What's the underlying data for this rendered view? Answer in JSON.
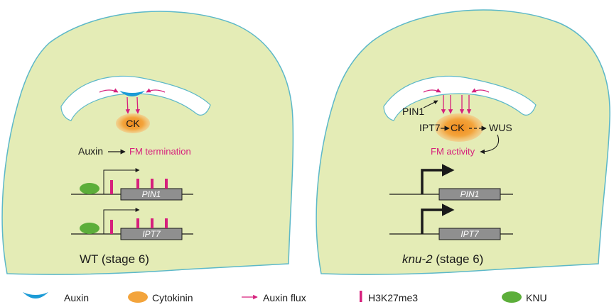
{
  "colors": {
    "tissue_fill": "#e4ecb6",
    "tissue_outline": "#5cb8c8",
    "auxin": "#1c9bd6",
    "cytokinin": "#f3a43c",
    "flux": "#d6207c",
    "mark": "#d6207c",
    "knu": "#5cae3a",
    "gene_box": "#8f8f8f"
  },
  "left_panel": {
    "ck_label": "CK",
    "auxin_label": "Auxin",
    "fm_label": "FM termination",
    "gene1": "PIN1",
    "gene2": "IPT7",
    "stage_label": "WT (stage 6)"
  },
  "right_panel": {
    "pin1_label": "PIN1",
    "ipt7_label": "IPT7",
    "ck_label": "CK",
    "wus_label": "WUS",
    "fm_label": "FM activity",
    "gene1": "PIN1",
    "gene2": "IPT7",
    "stage_italic": "knu-2",
    "stage_rest": " (stage 6)"
  },
  "legend": {
    "auxin": "Auxin",
    "cytokinin": "Cytokinin",
    "flux": "Auxin flux",
    "mark": "H3K27me3",
    "knu": "KNU"
  }
}
